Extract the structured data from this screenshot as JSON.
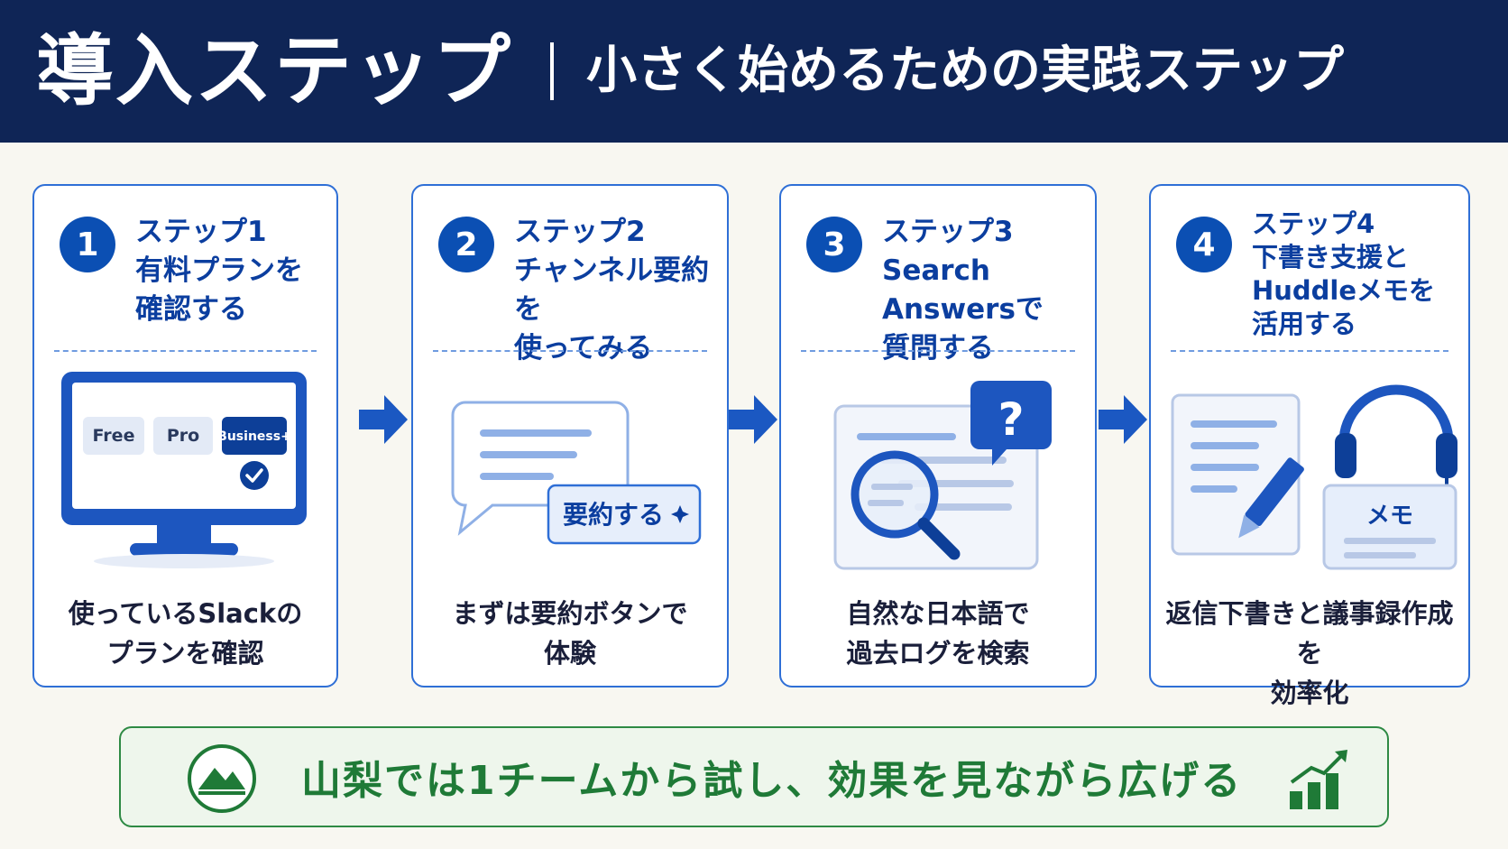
{
  "header": {
    "title": "導入ステップ",
    "subtitle": "小さく始めるための実践ステップ"
  },
  "steps": [
    {
      "number": "1",
      "title": "ステップ1\n有料プランを\n確認する",
      "description": "使っているSlackの\nプランを確認",
      "plans": [
        "Free",
        "Pro",
        "Business+"
      ],
      "selected_plan": "Business+"
    },
    {
      "number": "2",
      "title": "ステップ2\nチャンネル要約を\n使ってみる",
      "description": "まずは要約ボタンで\n体験",
      "button_label": "要約する"
    },
    {
      "number": "3",
      "title": "ステップ3\nSearch Answersで\n質問する",
      "description": "自然な日本語で\n過去ログを検索",
      "bubble_symbol": "?"
    },
    {
      "number": "4",
      "title": "ステップ4\n下書き支援と\nHuddleメモを\n活用する",
      "description": "返信下書きと議事録作成を\n効率化",
      "memo_label": "メモ"
    }
  ],
  "banner": {
    "text": "山梨では1チームから試し、効果を見ながら広げる"
  },
  "colors": {
    "header_bg": "#0f2556",
    "accent_blue": "#0b4fb3",
    "banner_green": "#1f7a37"
  },
  "icons": [
    "monitor-icon",
    "chat-bubble-icon",
    "search-document-icon",
    "headphones-memo-icon",
    "mountain-icon",
    "growth-chart-icon",
    "arrow-right-icon"
  ]
}
